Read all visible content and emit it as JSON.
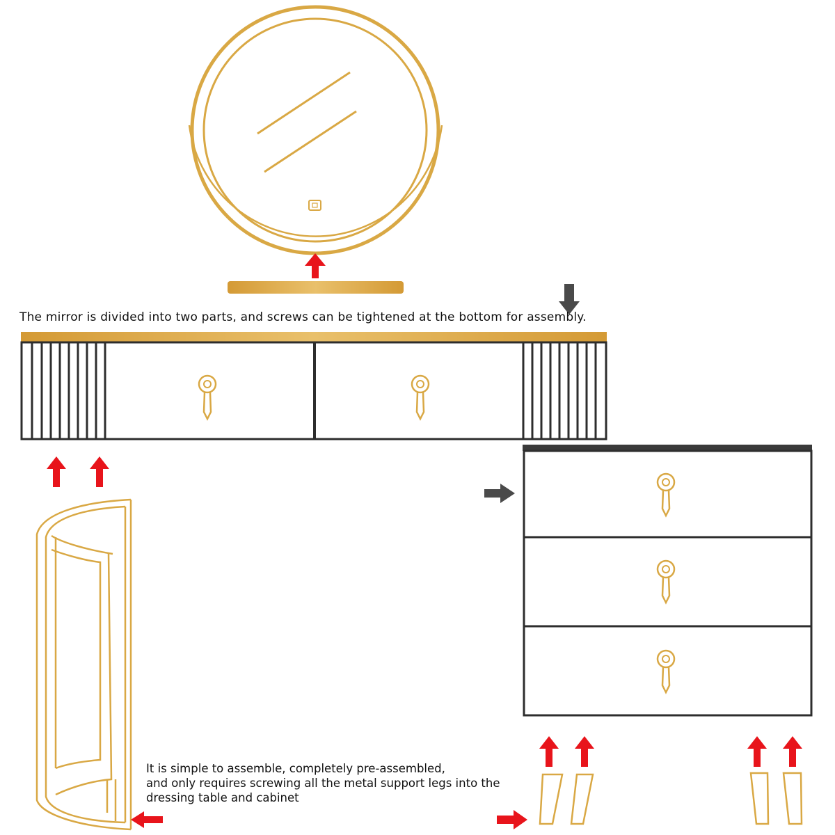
{
  "colors": {
    "gold": "#d9a844",
    "gold_light": "#ebc372",
    "outline": "#2d2d2d",
    "arrow_red": "#e8141b",
    "arrow_gray": "#4a4a4a",
    "background": "#ffffff"
  },
  "icons": {
    "mirror_touch_button": "touch-sensor-icon",
    "drawer_handle": "keyhole-pull-handle-icon",
    "assembly_arrow": "direction-arrow-icon"
  },
  "captions": {
    "mirror_assembly": "The mirror is divided into two parts, and screws can be tightened at the bottom for assembly.",
    "legs_assembly_lines": [
      "It is simple to assemble, completely pre-assembled,",
      "and only requires screwing all the metal support legs into the",
      "dressing table and cabinet"
    ]
  }
}
